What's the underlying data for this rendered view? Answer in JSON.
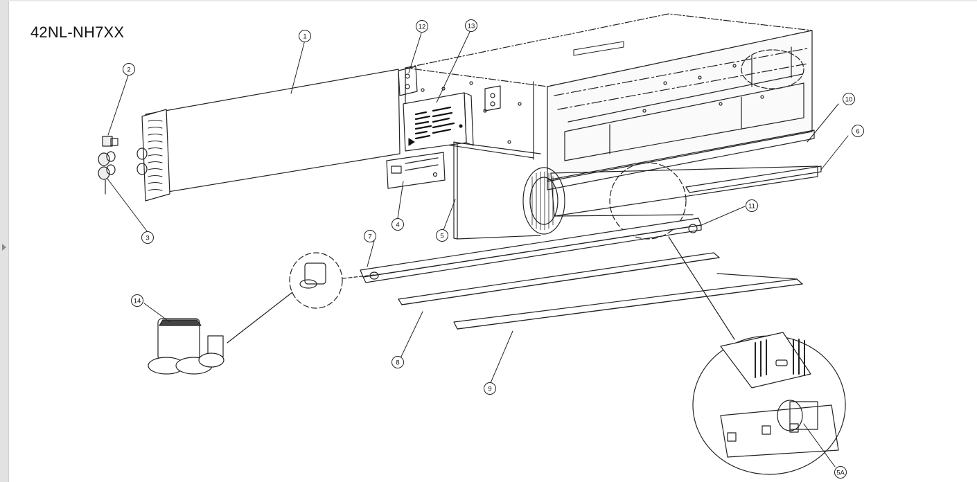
{
  "title": "42NL-NH7XX",
  "callouts": [
    "1",
    "2",
    "3",
    "4",
    "5",
    "5A",
    "6",
    "7",
    "8",
    "9",
    "10",
    "11",
    "12",
    "13",
    "14"
  ]
}
